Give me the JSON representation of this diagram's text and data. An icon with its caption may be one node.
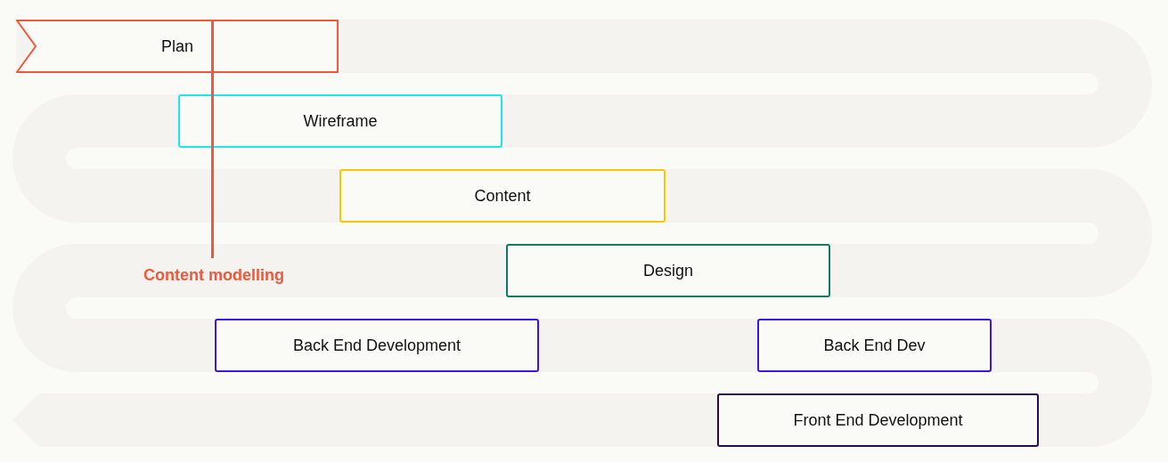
{
  "diagram": {
    "nodes": [
      {
        "text": [
          "Plan"
        ]
      },
      {
        "text": [
          "Wireframe"
        ]
      },
      {
        "text": [
          "Content"
        ]
      },
      {
        "text": [
          "Design"
        ]
      },
      {
        "text": [
          "Back End Development"
        ]
      },
      {
        "text": [
          "Back End Dev"
        ]
      },
      {
        "text": [
          "Front End Development"
        ]
      }
    ],
    "labels": [
      "Content modelling"
    ]
  }
}
